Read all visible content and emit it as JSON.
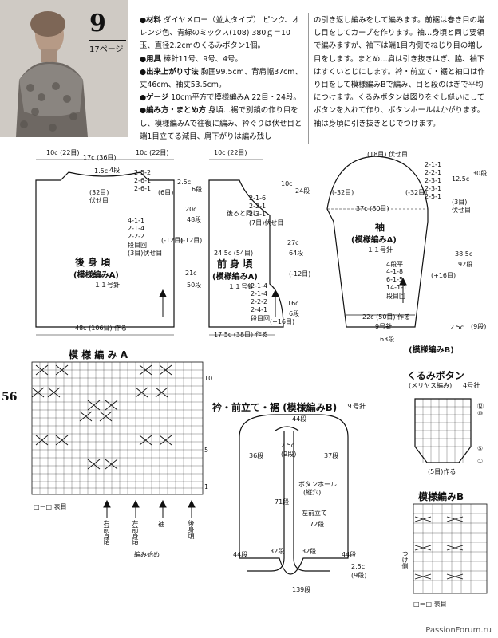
{
  "header": {
    "pattern_number": "9",
    "page_ref": "17ページ"
  },
  "materials": [
    {
      "key": "●材料",
      "text": "ダイヤメロー（並太タイプ） ピンク、オレンジ色、青緑のミックス(108) 380ｇ＝10玉、直径2.2cmのくるみボタン1個。"
    },
    {
      "key": "●用具",
      "text": "棒針11号、9号、4号。"
    },
    {
      "key": "●出来上がり寸法",
      "text": "胸囲99.5cm、背肩幅37cm、丈46cm、袖丈53.5cm。"
    },
    {
      "key": "●ゲージ",
      "text": "10cm平方で模様編みA 22目・24段。"
    },
    {
      "key": "●編み方・まとめ方",
      "text": "身頃…裾で別鎖の作り目をし、模様編みAで往復に編み、衿ぐりは伏せ目と端1目立てる減目、肩下がりは編み残し"
    }
  ],
  "instructions_cont": "の引き返し編みをして編みます。前裾は巻き目の増し目をしてカーブを作ります。袖…身頃と同じ要領で編みますが、袖下は端1目内側でねじり目の増し目をします。まとめ…肩は引き抜きはぎ、脇、袖下はすくいとじにします。衿・前立て・裾と袖口は作り目をして模様編みBで編み、目と段のはぎで平均につけます。くるみボタンは図りをぐし縫いにしてボタンを入れて作り、ボタンホールはかがります。袖は身頃に引き抜きとじでつけます。",
  "diagrams": {
    "back": {
      "title": "後 身 頃",
      "sub": "(模様編みA)",
      "needle": "１１号針",
      "dims": [
        "10c (22目)",
        "17c (36目)",
        "10c (22目)",
        "1.5c",
        "4段",
        "2-5-2",
        "2-6-1",
        "2-6-1",
        "(6目)",
        "2.5c",
        "6段",
        "(32目)",
        "伏せ目",
        "20c",
        "48段",
        "4-1-1",
        "2-1-4",
        "2-2-2",
        "段目回",
        "(3目)伏せ目",
        "(-12目)",
        "(-12目)",
        "21c",
        "50段",
        "48c (106目) 作る"
      ]
    },
    "front": {
      "title": "前 身 頃",
      "sub": "(模様編みA)",
      "needle": "１１号針",
      "dims": [
        "10c (22目)",
        "10c",
        "24段",
        "2-1-6",
        "2-2-1",
        "2-3-1",
        "(7目)伏せ目",
        "後ろと同じ",
        "24.5c (54目)",
        "27c",
        "64段",
        "(-12目)",
        "2-1-4",
        "2-1-4",
        "2-2-2",
        "2-4-1",
        "段目回",
        "16c",
        "6段",
        "17.5c (38目) 作る",
        "(+16目)"
      ]
    },
    "sleeve": {
      "title": "袖",
      "sub": "(模様編みA)",
      "needle": "１１号針",
      "dims": [
        "(18目) 伏せ目",
        "2-1-1",
        "2-2-1",
        "2-3-1",
        "2-3-1",
        "2-5-1",
        "12.5c",
        "30段",
        "(-32目)",
        "(-32目)",
        "37c (80目)",
        "(3目)",
        "伏せ目",
        "4段平",
        "4-1-8",
        "6-1-5",
        "14-1-1",
        "段目回",
        "38.5c",
        "92段",
        "(+16目)",
        "22c (50目) 作る",
        "9号針",
        "2.5c",
        "(9段)",
        "63段",
        "(模様編みB)"
      ]
    },
    "pattern_a_title": "模 様 編 み A",
    "pattern_a_labels": [
      "右前身頃",
      "左前身頃",
      "袖",
      "後身頃"
    ],
    "pattern_a_marks": [
      "10",
      "5",
      "1"
    ],
    "pattern_a_legend": "□＝□ 表目",
    "pattern_a_start": "編み始め",
    "collar": {
      "title": "衿・前立て・裾 (模様編みB)",
      "needle": "９号針",
      "dims": [
        "44段",
        "2.5c",
        "(9段)",
        "36段",
        "37段",
        "ボタンホール",
        "(縦穴)",
        "71段",
        "左前立て",
        "72段",
        "44段",
        "32段",
        "32段",
        "44段",
        "2.5c",
        "(9段)",
        "139段"
      ]
    },
    "button": {
      "title": "くるみボタン",
      "sub": "(メリヤス編み)",
      "needle": "4号針",
      "labels": [
        "(5目)作る",
        "⑫",
        "⑩",
        "⑤",
        "①"
      ]
    },
    "pattern_b": {
      "title": "模様編みB",
      "labels": [
        "つけ側"
      ],
      "legend": "□＝□ 表目"
    }
  },
  "page_number": "56",
  "footer": "PassionForum.ru"
}
